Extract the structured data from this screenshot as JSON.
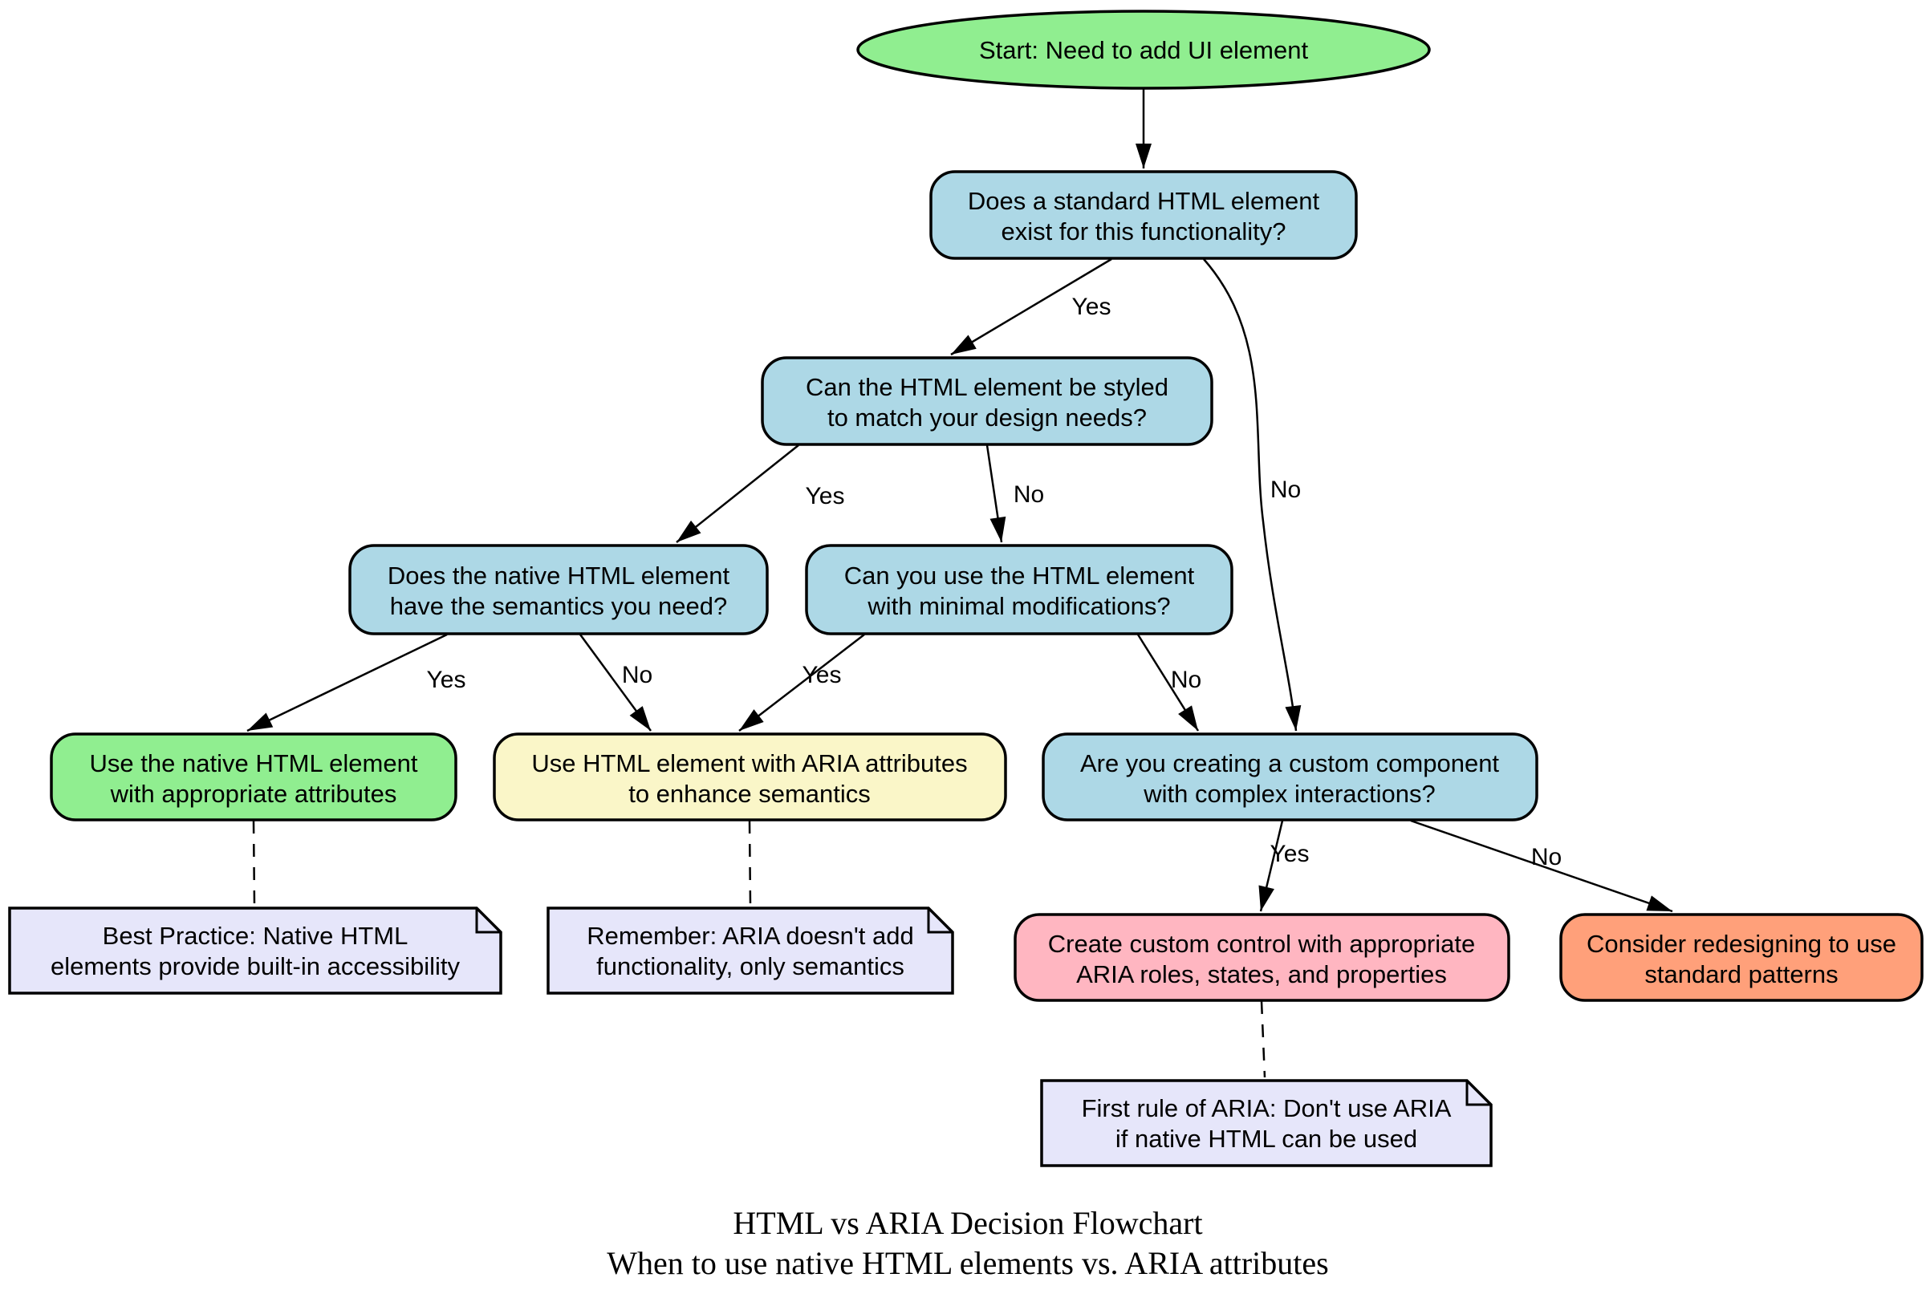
{
  "diagram": {
    "title_line1": "HTML vs ARIA Decision Flowchart",
    "title_line2": "When to use native HTML elements vs. ARIA attributes"
  },
  "nodes": {
    "start": {
      "text": "Start: Need to add UI element",
      "fill": "#90EE90"
    },
    "q_standard_exists": {
      "line1": "Does a standard HTML element",
      "line2": "exist for this functionality?",
      "fill": "#ADD8E6"
    },
    "q_can_style": {
      "line1": "Can the HTML element be styled",
      "line2": "to match your design needs?",
      "fill": "#ADD8E6"
    },
    "q_semantics": {
      "line1": "Does the native HTML element",
      "line2": "have the semantics you need?",
      "fill": "#ADD8E6"
    },
    "q_minimal_mods": {
      "line1": "Can you use the HTML element",
      "line2": "with minimal modifications?",
      "fill": "#ADD8E6"
    },
    "use_native": {
      "line1": "Use the native HTML element",
      "line2": "with appropriate attributes",
      "fill": "#90EE90"
    },
    "use_aria": {
      "line1": "Use HTML element with ARIA attributes",
      "line2": "to enhance semantics",
      "fill": "#FAF6C8"
    },
    "q_custom_component": {
      "line1": "Are you creating a custom component",
      "line2": "with complex interactions?",
      "fill": "#ADD8E6"
    },
    "create_custom": {
      "line1": "Create custom control with appropriate",
      "line2": "ARIA roles, states, and properties",
      "fill": "#FFB6C1"
    },
    "redesign": {
      "line1": "Consider redesigning to use",
      "line2": "standard patterns",
      "fill": "#FFA07A"
    },
    "note_best_practice": {
      "line1": "Best Practice: Native HTML",
      "line2": "elements provide built-in accessibility",
      "fill": "#E6E6FA"
    },
    "note_remember": {
      "line1": "Remember: ARIA doesn't add",
      "line2": "functionality, only semantics",
      "fill": "#E6E6FA"
    },
    "note_first_rule": {
      "line1": "First rule of ARIA: Don't use ARIA",
      "line2": "if native HTML can be used",
      "fill": "#E6E6FA"
    }
  },
  "edges": {
    "standard_yes": {
      "label": "Yes"
    },
    "standard_no": {
      "label": "No"
    },
    "style_yes": {
      "label": "Yes"
    },
    "style_no": {
      "label": "No"
    },
    "semantics_yes": {
      "label": "Yes"
    },
    "semantics_no": {
      "label": "No"
    },
    "minimal_yes": {
      "label": "Yes"
    },
    "minimal_no": {
      "label": "No"
    },
    "custom_yes": {
      "label": "Yes"
    },
    "custom_no": {
      "label": "No"
    }
  }
}
